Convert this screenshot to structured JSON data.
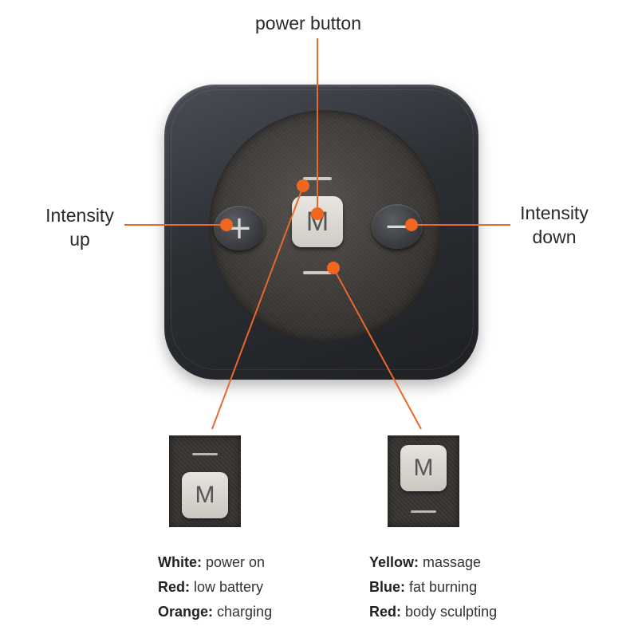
{
  "callouts": {
    "power_button": "power button",
    "intensity_up": [
      "Intensity",
      "up"
    ],
    "intensity_down": [
      "Intensity",
      "down"
    ]
  },
  "device": {
    "mode_button_letter": "M",
    "plus_glyph": "+",
    "minus_glyph": "−"
  },
  "insets": {
    "left_letter": "M",
    "right_letter": "M"
  },
  "legend_left": [
    {
      "key": "White:",
      "value": "power on"
    },
    {
      "key": "Red:",
      "value": "low battery"
    },
    {
      "key": "Orange:",
      "value": "charging"
    }
  ],
  "legend_right": [
    {
      "key": "Yellow:",
      "value": "massage"
    },
    {
      "key": "Blue:",
      "value": "fat burning"
    },
    {
      "key": "Red:",
      "value": "body sculpting"
    }
  ],
  "colors": {
    "leader_line": "#e8692a",
    "leader_dot": "#f0661f"
  }
}
